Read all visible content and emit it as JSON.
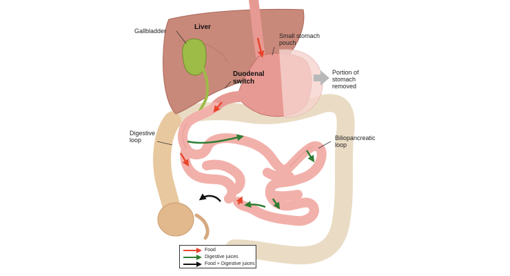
{
  "labels": {
    "liver": "Liver",
    "gallbladder": "Gallbladder",
    "duodenal_switch": "Duodenal\nswitch",
    "small_stomach_pouch": "Small stomach\npouch",
    "portion_removed": "Portion of\nstomach\nremoved",
    "digestive_loop": "Digestive\nloop",
    "biliopancreatic_loop": "Biliopancreatic\nloop"
  },
  "legend": {
    "food": "Food",
    "digestive_juices": "Digestive juices",
    "food_juices": "Food + Digestive juices"
  },
  "colors": {
    "food_arrow": "#e8452c",
    "juice_arrow": "#2e7d32",
    "combined_arrow": "#111111",
    "liver": "#c9897a",
    "gallbladder": "#9dbb47",
    "stomach": "#e79a93",
    "intestine": "#f2b0aa",
    "colon": "#efe2cc"
  }
}
